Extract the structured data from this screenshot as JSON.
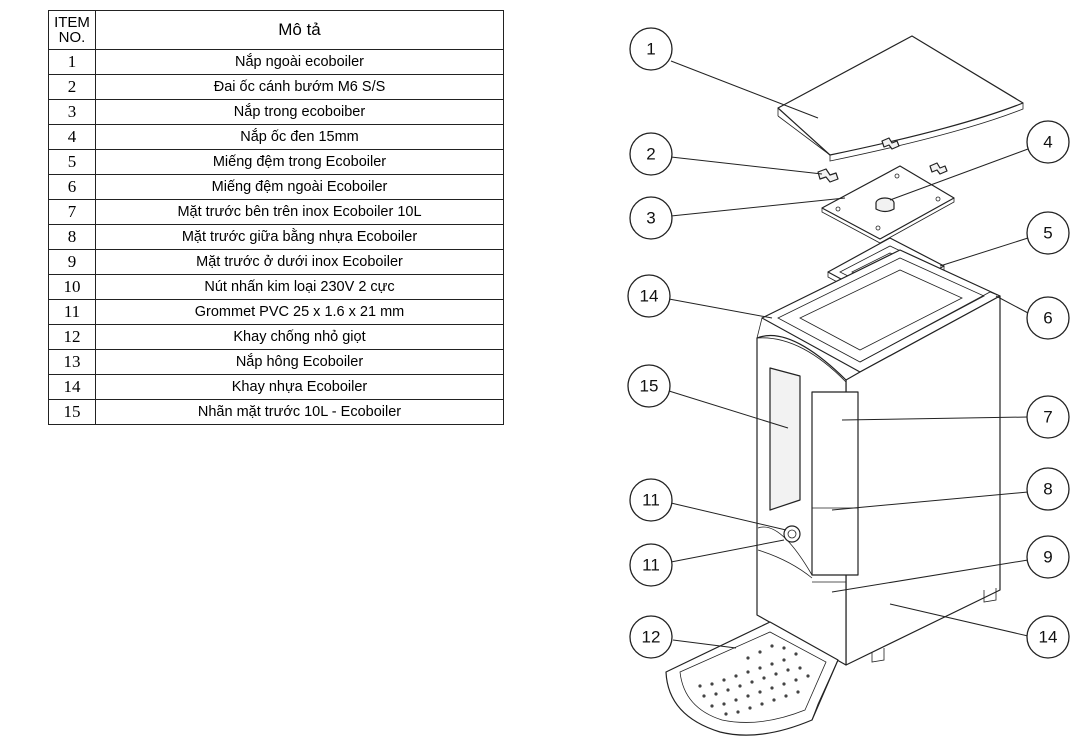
{
  "table": {
    "header_no": "ITEM NO.",
    "header_desc": "Mô tả",
    "rows": [
      {
        "no": "1",
        "desc": "Nắp ngoài ecoboiler"
      },
      {
        "no": "2",
        "desc": "Đai ốc cánh bướm M6 S/S"
      },
      {
        "no": "3",
        "desc": "Nắp trong ecoboiber"
      },
      {
        "no": "4",
        "desc": "Nắp ốc đen 15mm"
      },
      {
        "no": "5",
        "desc": "Miếng đệm trong Ecoboiler"
      },
      {
        "no": "6",
        "desc": "Miếng đệm ngoài Ecoboiler"
      },
      {
        "no": "7",
        "desc": "Mặt trước bên trên inox Ecoboiler 10L"
      },
      {
        "no": "8",
        "desc": "Mặt trước giữa bằng nhựa Ecoboiler"
      },
      {
        "no": "9",
        "desc": "Mặt trước ở dưới inox Ecoboiler"
      },
      {
        "no": "10",
        "desc": "Nút nhấn kim loại 230V 2 cực"
      },
      {
        "no": "11",
        "desc": "Grommet PVC 25 x 1.6 x 21 mm"
      },
      {
        "no": "12",
        "desc": "Khay chống nhỏ giọt"
      },
      {
        "no": "13",
        "desc": "Nắp hông Ecoboiler"
      },
      {
        "no": "14",
        "desc": "Khay nhựa Ecoboiler"
      },
      {
        "no": "15",
        "desc": "Nhãn mặt trước 10L - Ecoboiler"
      }
    ]
  },
  "callouts": [
    "1",
    "2",
    "3",
    "4",
    "5",
    "6",
    "7",
    "8",
    "9",
    "11",
    "11",
    "12",
    "14",
    "14",
    "15"
  ]
}
